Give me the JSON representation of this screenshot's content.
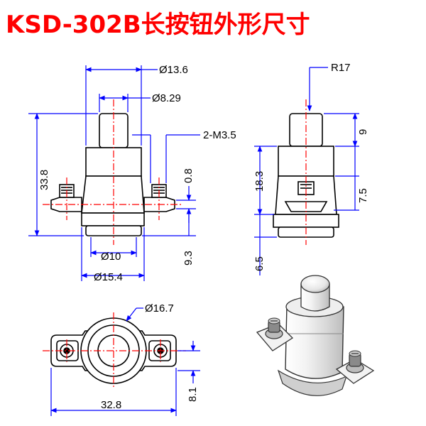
{
  "title": "KSD-302B长按钮外形尺寸",
  "colors": {
    "title": "#ff0000",
    "dimension_line": "#0000ff",
    "center_line": "#ff0000",
    "outline": "#000000",
    "text": "#000000"
  },
  "front_view": {
    "d_top": "Ø13.6",
    "d_shaft": "Ø8.29",
    "thread": "2-M3.5",
    "height_total": "33.8",
    "terminal_gap": "0.8",
    "terminal_height": "9.3",
    "d_base_inner": "Ø10",
    "d_base_outer": "Ø15.4"
  },
  "side_view": {
    "radius": "R17",
    "button_height": "9",
    "body_height": "18.3",
    "terminal_height": "7.5",
    "flange_height": "6.5"
  },
  "top_view": {
    "d_flange": "Ø16.7",
    "hole_offset": "8.1",
    "width": "32.8"
  }
}
